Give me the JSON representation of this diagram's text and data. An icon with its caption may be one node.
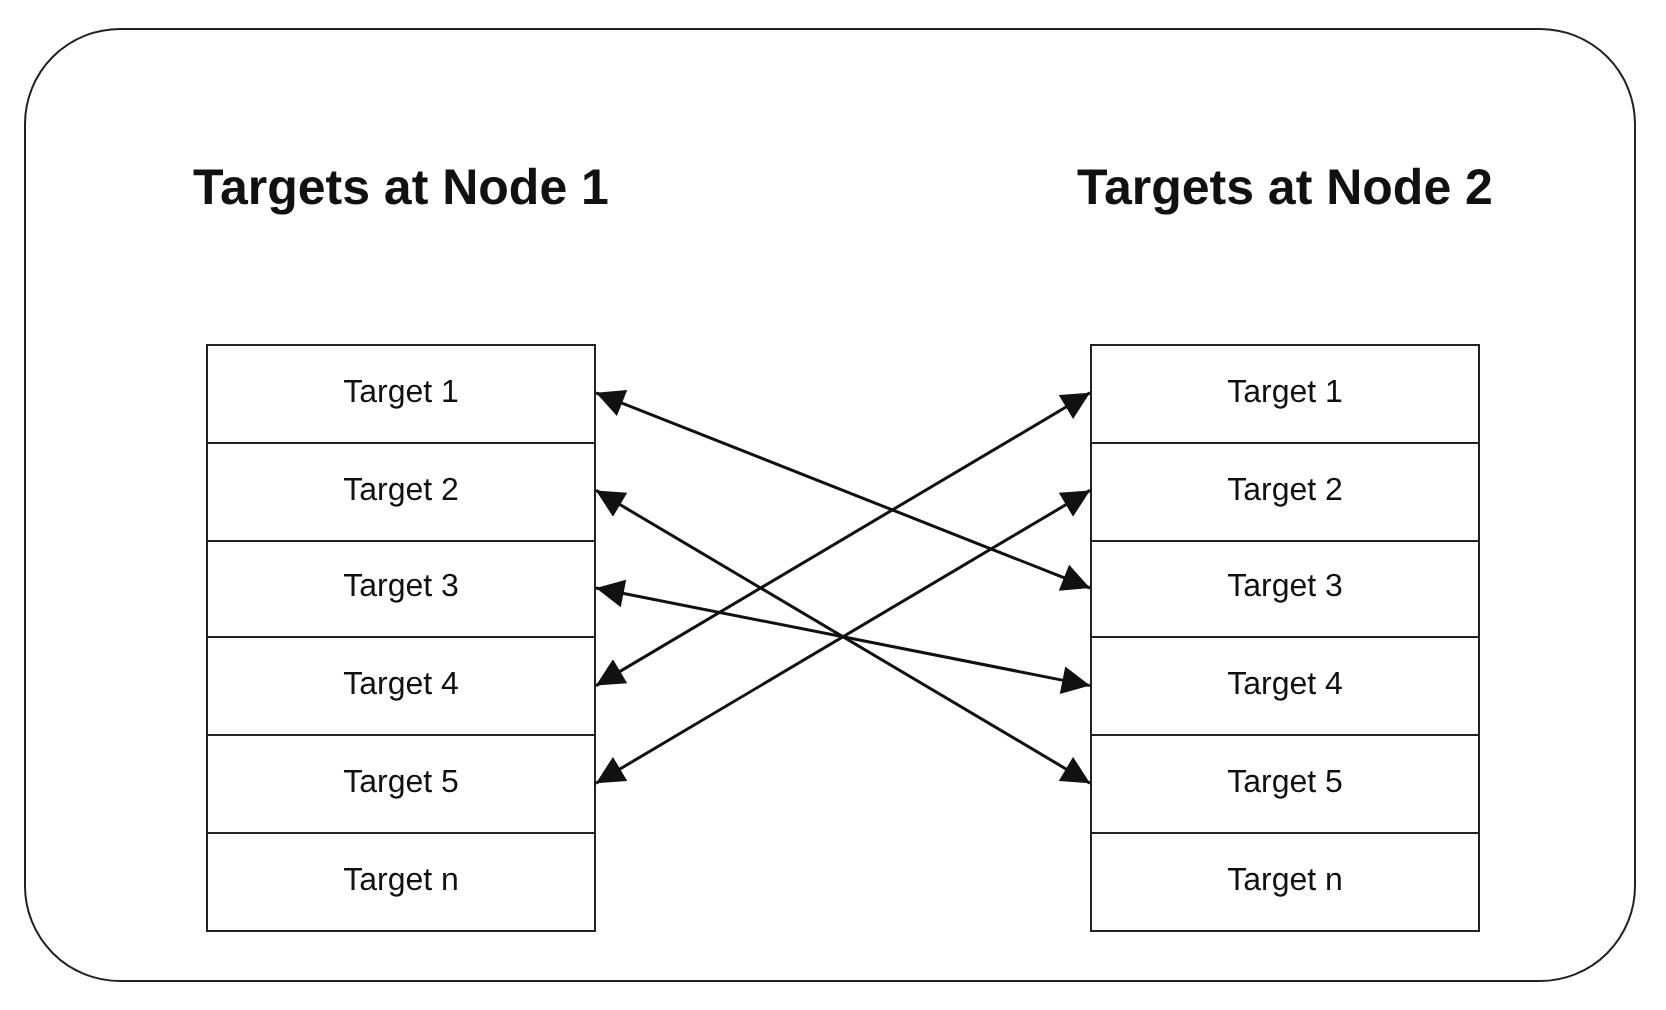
{
  "diagram": {
    "nodes": [
      {
        "text": [
          "Targets at Node 1"
        ]
      },
      {
        "text": [
          "Target 1"
        ],
        "in": 0
      },
      {
        "text": [
          "Target 2"
        ],
        "in": 0
      },
      {
        "text": [
          "Target 3"
        ],
        "in": 0
      },
      {
        "text": [
          "Target 4"
        ],
        "in": 0
      },
      {
        "text": [
          "Target 5"
        ],
        "in": 0
      },
      {
        "text": [
          "Target n"
        ],
        "in": 0
      },
      {
        "text": [
          "Targets at Node 2"
        ]
      },
      {
        "text": [
          "Target 1"
        ],
        "in": 7
      },
      {
        "text": [
          "Target 2"
        ],
        "in": 7
      },
      {
        "text": [
          "Target 3"
        ],
        "in": 7
      },
      {
        "text": [
          "Target 4"
        ],
        "in": 7
      },
      {
        "text": [
          "Target 5"
        ],
        "in": 7
      },
      {
        "text": [
          "Target n"
        ],
        "in": 7
      }
    ],
    "edges": [
      {
        "from": 1,
        "to": 10,
        "arrow": "both"
      },
      {
        "from": 2,
        "to": 12,
        "arrow": "both"
      },
      {
        "from": 3,
        "to": 11,
        "arrow": "both"
      },
      {
        "from": 4,
        "to": 8,
        "arrow": "both"
      },
      {
        "from": 5,
        "to": 9,
        "arrow": "both"
      }
    ]
  }
}
